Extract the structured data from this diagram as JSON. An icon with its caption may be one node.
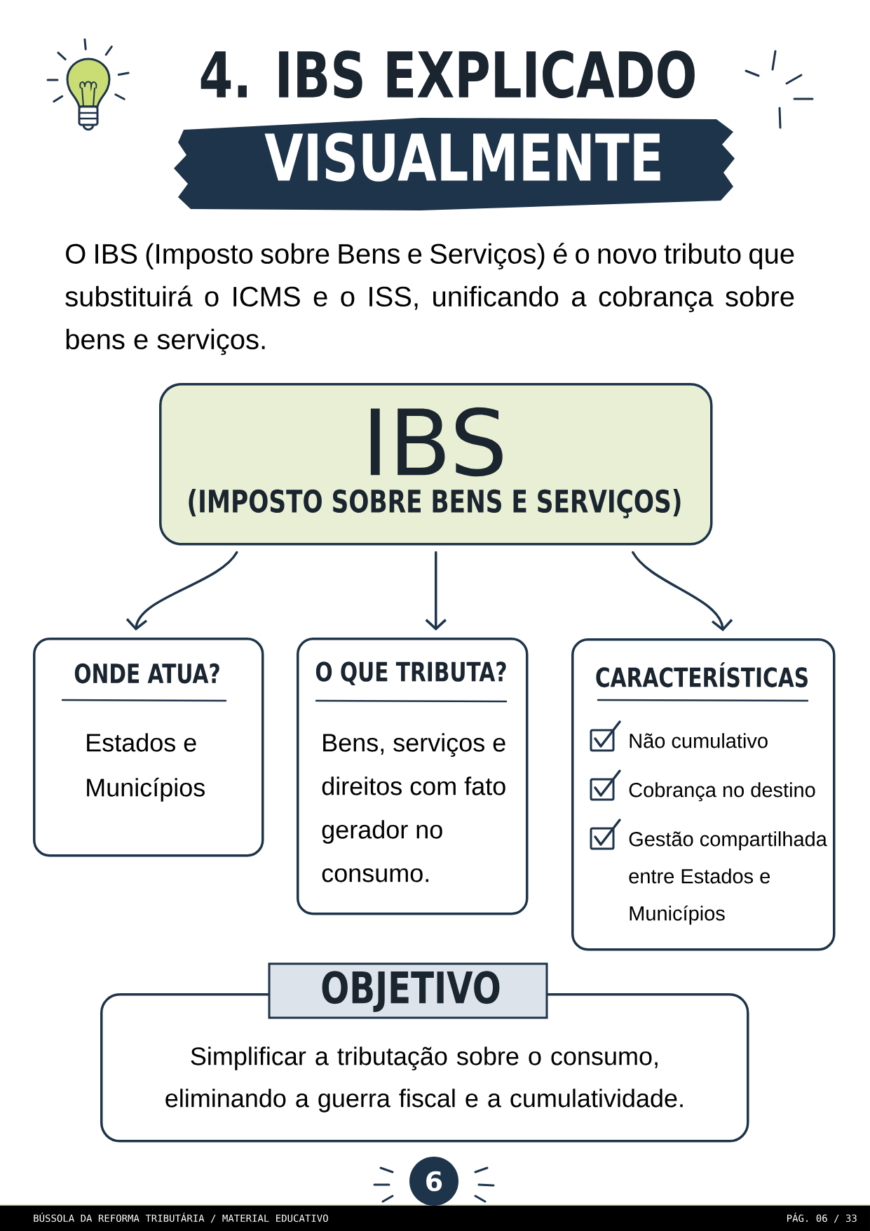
{
  "diagram": {
    "title": "4. IBS EXPLICADO",
    "nodes": [
      {
        "text": [
          "VISUALMENTE"
        ]
      },
      {
        "text": [
          "IBS",
          "(IMPOSTO SOBRE BENS E SERVIÇOS)"
        ]
      },
      {
        "text": [
          "ONDE ATUA?",
          "Estados e Municípios"
        ]
      },
      {
        "text": [
          "O QUE TRIBUTA?",
          "Bens, serviços e direitos com fato gerador no consumo."
        ]
      },
      {
        "text": [
          "CARACTERÍSTICAS",
          "Não cumulativo",
          "Cobrança no destino",
          "Gestão compartilhada entre Estados e Municípios"
        ]
      },
      {
        "text": [
          "OBJETIVO",
          "Simplificar a tributação sobre o consumo, eliminando a guerra fiscal e a cumulatividade."
        ]
      },
      {
        "text": [
          "6"
        ]
      }
    ],
    "edges": [
      {
        "from": 1,
        "to": 2,
        "arrow": "to"
      },
      {
        "from": 1,
        "to": 3,
        "arrow": "to"
      },
      {
        "from": 1,
        "to": 4,
        "arrow": "to"
      }
    ],
    "labels": [
      "O IBS (Imposto sobre Bens e Serviços) é o novo tributo que substituirá o ICMS e o ISS, unificando a cobrança sobre bens e serviços.",
      "BÚSSOLA DA REFORMA TRIBUTÁRIA / MATERIAL EDUCATIVO",
      "PÁG. 06 / 33"
    ]
  }
}
